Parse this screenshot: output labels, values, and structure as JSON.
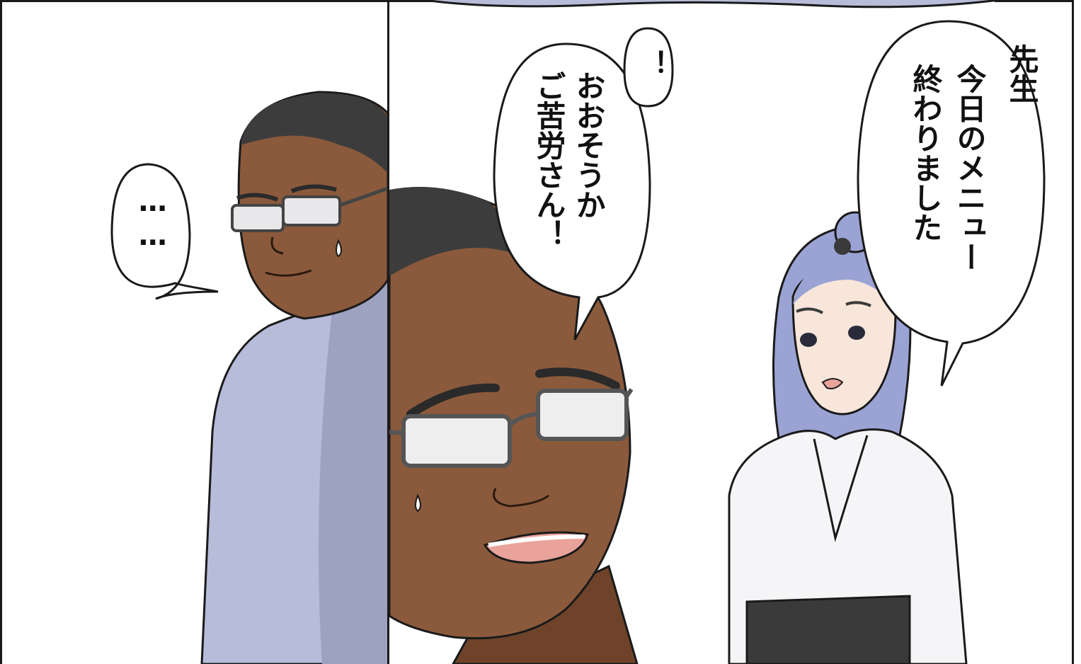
{
  "panels": [
    {
      "id": "left",
      "speech": [
        "……"
      ]
    },
    {
      "id": "right",
      "speech_man": [
        "！",
        "おおそうか",
        "ご苦労さん！"
      ],
      "speech_woman": [
        "先生",
        "今日のメニュー",
        "終わりました"
      ]
    }
  ],
  "colors": {
    "skin_dark": "#8b5a3c",
    "skin_shadow": "#6e4329",
    "hair": "#3c3c3c",
    "shirt": "#b7bcd9",
    "shirt_shadow": "#9da2c0",
    "woman_hair": "#9aa3d3",
    "woman_skin": "#f8e6da",
    "hakama": "#3a3a3a",
    "outline": "#1a1a1a"
  }
}
